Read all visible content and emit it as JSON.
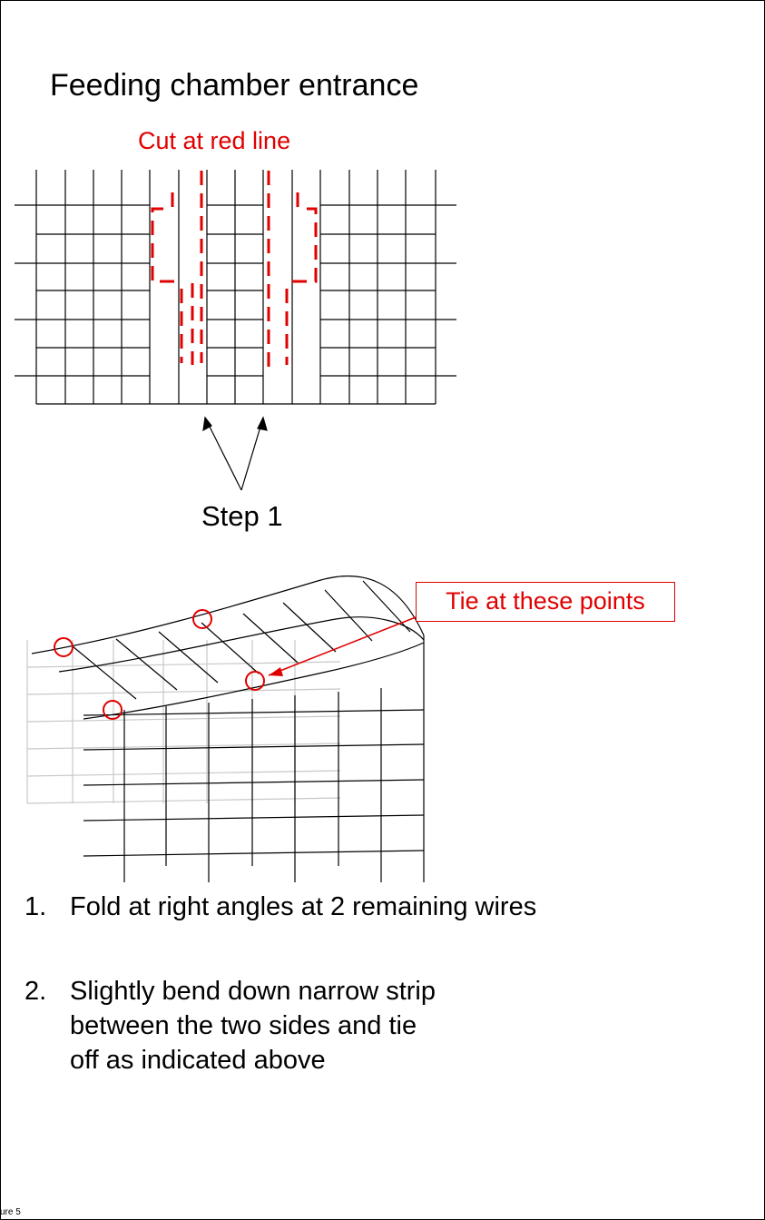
{
  "title": "Feeding chamber entrance",
  "cut_label": "Cut at red line",
  "step_label": "Step 1",
  "tie_label": "Tie at these points",
  "instructions": [
    {
      "num": "1.",
      "lines": [
        "Fold at right angles at 2 remaining wires"
      ]
    },
    {
      "num": "2.",
      "lines": [
        "Slightly bend down narrow strip",
        "between the two sides and tie",
        "off as indicated above"
      ]
    }
  ],
  "footer": "ure 5",
  "colors": {
    "accent": "#e00000",
    "grid": "#000000",
    "back_grid": "#c8c8c8"
  }
}
